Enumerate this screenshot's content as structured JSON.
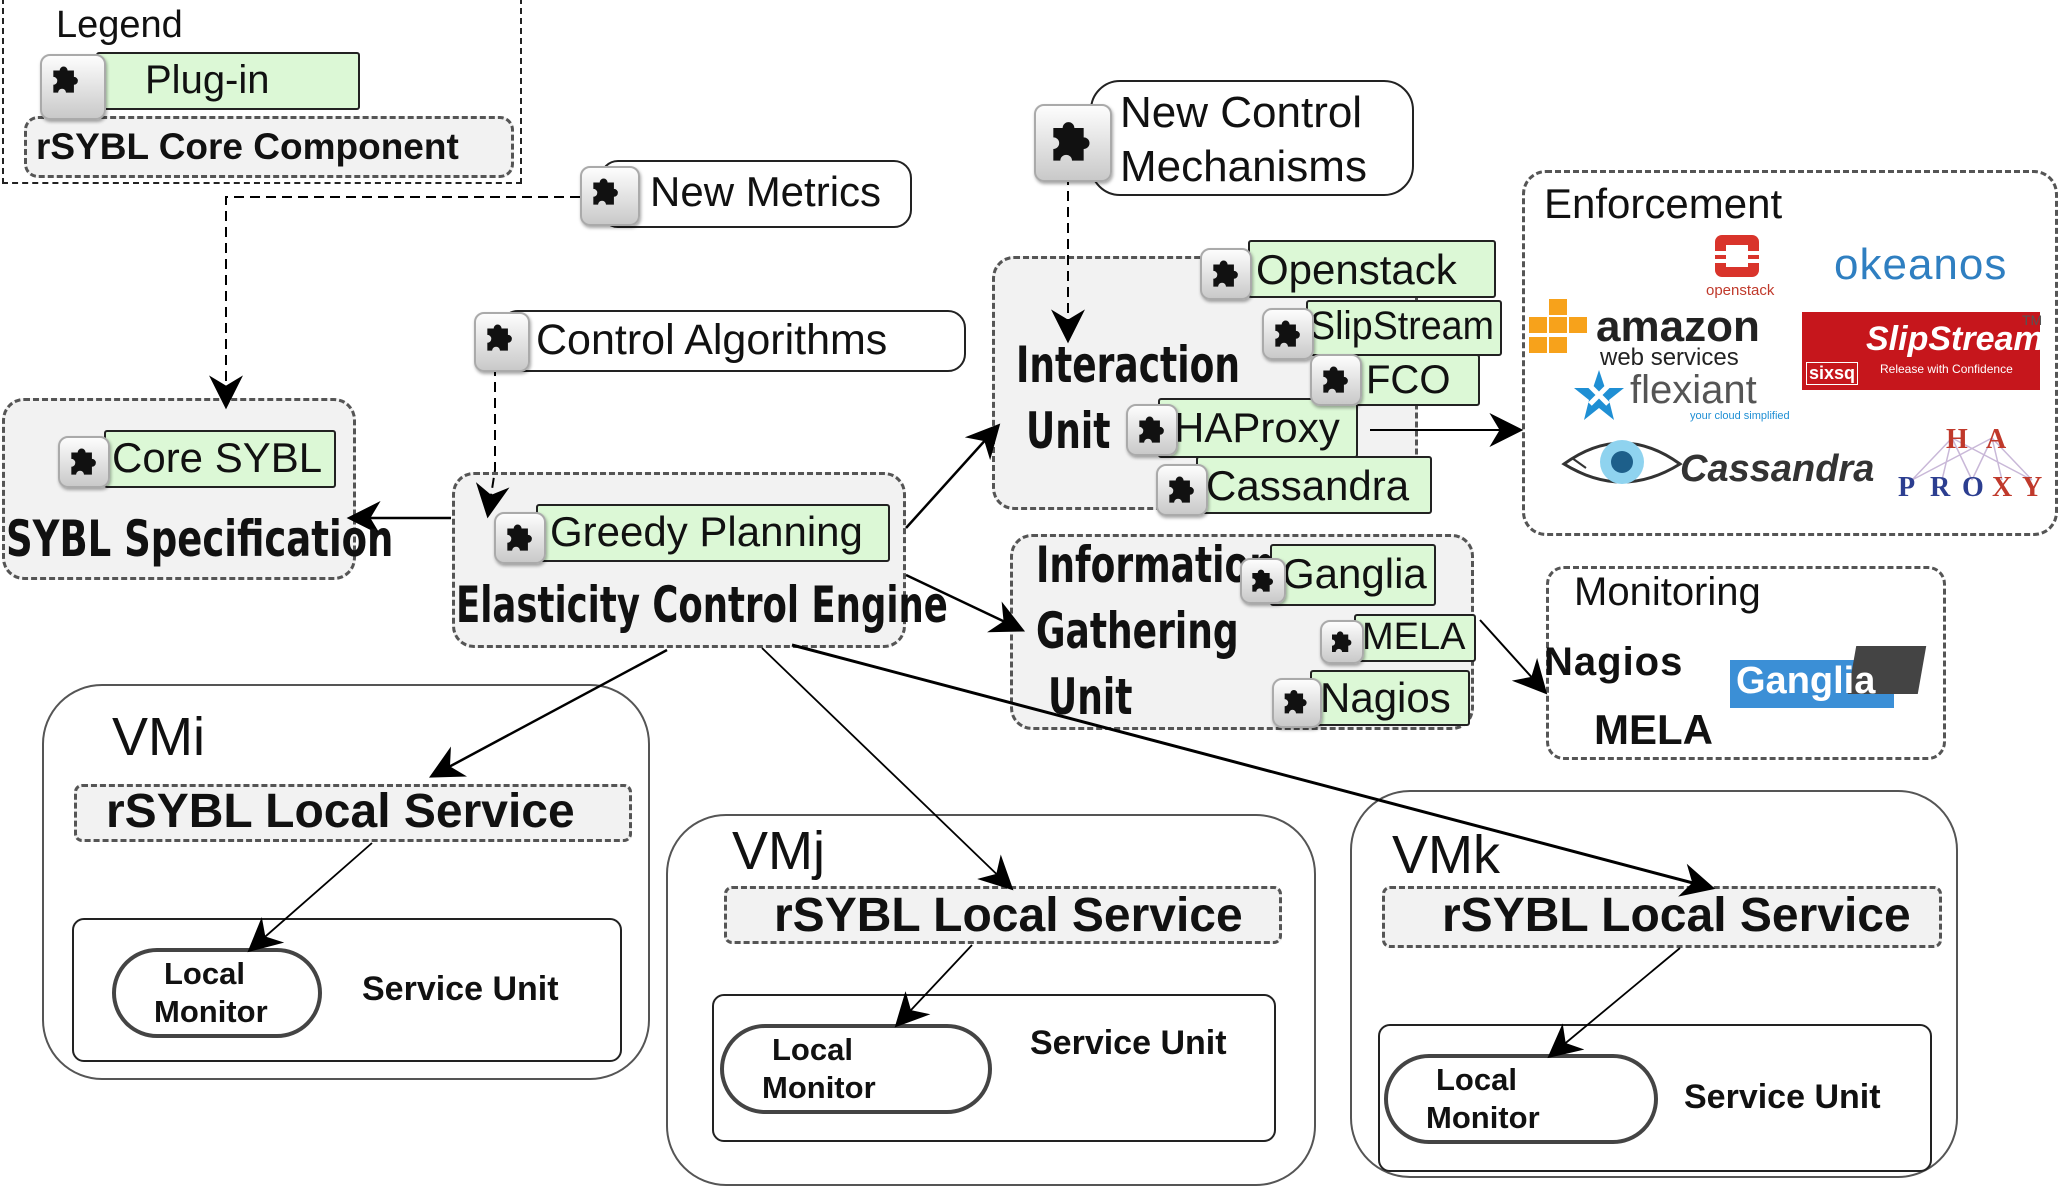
{
  "legend": {
    "title": "Legend",
    "plugin": "Plug-in",
    "core": "rSYBL Core Component"
  },
  "new_metrics": "New Metrics",
  "new_control": [
    "New Control",
    "Mechanisms"
  ],
  "control_algorithms": "Control Algorithms",
  "sybl_spec": {
    "plugin": "Core SYBL",
    "title": "SYBL Specification"
  },
  "engine": {
    "plugin": "Greedy Planning",
    "title": "Elasticity Control Engine"
  },
  "interaction": {
    "title": [
      "Interaction",
      "Unit"
    ],
    "plugins": [
      "Openstack",
      "SlipStream",
      "FCO",
      "HAProxy",
      "Cassandra"
    ]
  },
  "info": {
    "title": [
      "Information",
      "Gathering",
      "Unit"
    ],
    "plugins": [
      "Ganglia",
      "MELA",
      "Nagios"
    ]
  },
  "enforcement": {
    "title": "Enforcement",
    "logos": {
      "openstack": "openstack",
      "okeanos": "okeanos",
      "amazon": "amazon",
      "aws": "web services",
      "tm": "TM",
      "slipstream": "SlipStream",
      "slipstream_tag": "Release with Confidence",
      "sixsq": "sixsq",
      "flexiant": "flexiant",
      "flexiant_tag": "your cloud simplified",
      "cassandra": "Cassandra",
      "ha": [
        "H",
        "A"
      ],
      "proxy": [
        "P",
        "R",
        "O",
        "X",
        "Y"
      ]
    }
  },
  "monitoring": {
    "title": "Monitoring",
    "nagios": "Nagios",
    "ganglia": "Ganglia",
    "mela": "MELA"
  },
  "vms": [
    {
      "name": "VMi",
      "service": "rSYBL Local Service",
      "monitor": [
        "Local",
        "Monitor"
      ],
      "unit": "Service Unit"
    },
    {
      "name": "VMj",
      "service": "rSYBL Local Service",
      "monitor": [
        "Local",
        "Monitor"
      ],
      "unit": "Service Unit"
    },
    {
      "name": "VMk",
      "service": "rSYBL Local Service",
      "monitor": [
        "Local",
        "Monitor"
      ],
      "unit": "Service Unit"
    }
  ],
  "colors": {
    "plugin_fill": "#dcf8d6",
    "box_fill": "#f2f2f2",
    "openstack_red": "#d9342b",
    "slipstream_red": "#c6161c",
    "flexiant_blue": "#1f8fd4",
    "okeanos_blue": "#2f7fc1",
    "ganglia_blue": "#3b8fd6"
  }
}
